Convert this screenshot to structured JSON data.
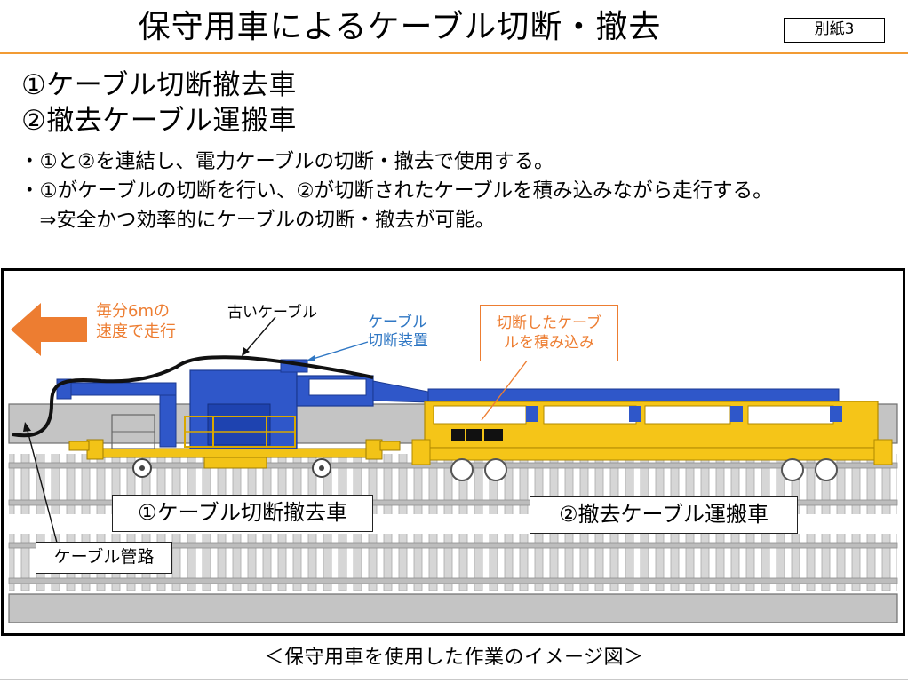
{
  "header": {
    "title": "保守用車によるケーブル切断・撤去",
    "tag": "別紙3"
  },
  "headings": [
    "①ケーブル切断撤去車",
    "②撤去ケーブル運搬車"
  ],
  "bullets": [
    "・①と②を連結し、電力ケーブルの切断・撤去で使用する。",
    "・①がケーブルの切断を行い、②が切断されたケーブルを積み込みながら走行する。",
    "　⇒安全かつ効率的にケーブルの切断・撤去が可能。"
  ],
  "diagram": {
    "speed_label": [
      "毎分6mの",
      "速度で走行"
    ],
    "old_cable_label": "古いケーブル",
    "cutter_label": [
      "ケーブル",
      "切断装置"
    ],
    "loading_label": [
      "切断したケーブ",
      "ルを積み込み"
    ],
    "vehicle1_label": "①ケーブル切断撤去車",
    "vehicle2_label": "②撤去ケーブル運搬車",
    "conduit_label": "ケーブル管路"
  },
  "caption": "＜保守用車を使用した作業のイメージ図＞",
  "colors": {
    "accent_orange": "#ed7d31",
    "title_rule": "#f29b34",
    "label_blue": "#2f77c4",
    "vehicle_blue": "#2f57c9",
    "vehicle_yellow": "#f5c518"
  }
}
